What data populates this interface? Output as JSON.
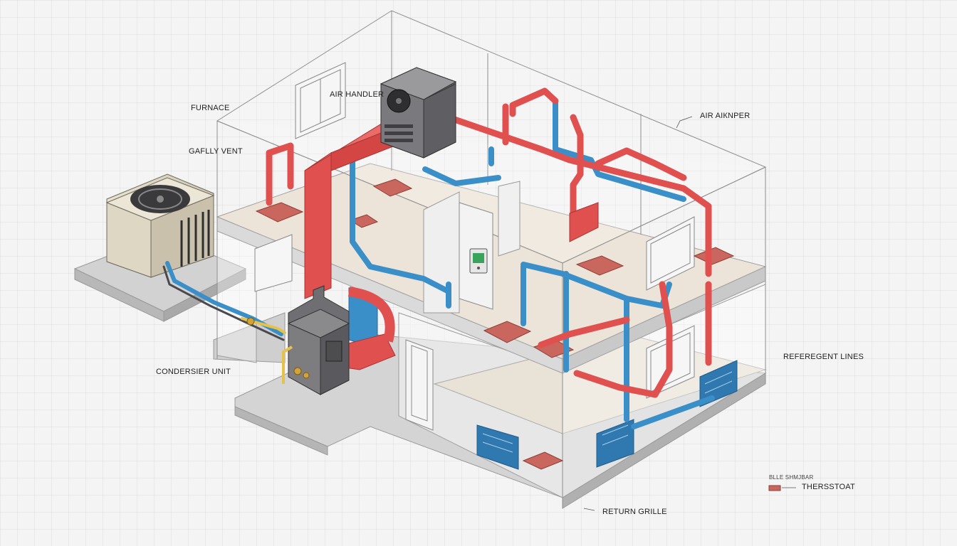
{
  "labels": {
    "furnace": "FURNACE",
    "air_handler": "AIR HANDLER",
    "air_damper": "AIR AIКNPER",
    "safety_vent": "GAFLLY VENT",
    "condenser_unit": "CONDERSIER UNIT",
    "refrigerant_lines": "REFEREGENT LINES",
    "return_grille": "RETURN GRILLE"
  },
  "legend": {
    "title": "BLLE SHMJBAR",
    "item": "THERSSTOAT"
  },
  "colors": {
    "supply_duct": "#e0504f",
    "return_duct": "#3b8fc8",
    "grille": "#2f78b0",
    "refrigerant": "#e7c24a",
    "equipment": "#6f6f73",
    "floor": "#ece4d8"
  },
  "icons": [
    "fan-icon",
    "thermostat-icon",
    "gas-valve-icon"
  ]
}
